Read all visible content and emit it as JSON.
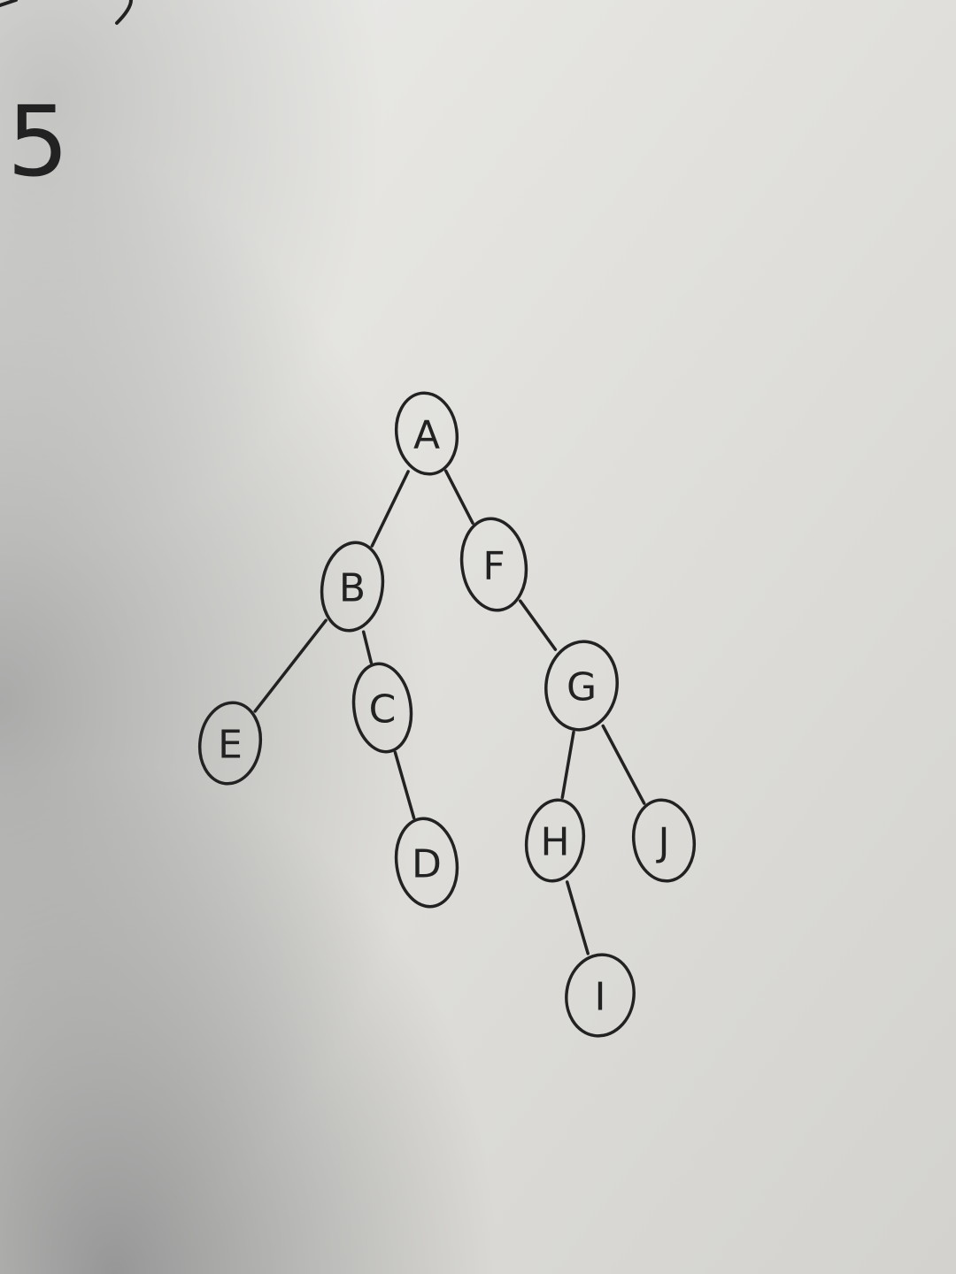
{
  "page": {
    "number_fragment": "5"
  },
  "diagram": {
    "type": "binary-tree",
    "nodes": [
      {
        "id": "A",
        "label": "A"
      },
      {
        "id": "B",
        "label": "B"
      },
      {
        "id": "F",
        "label": "F"
      },
      {
        "id": "E",
        "label": "E"
      },
      {
        "id": "C",
        "label": "C"
      },
      {
        "id": "G",
        "label": "G"
      },
      {
        "id": "D",
        "label": "D"
      },
      {
        "id": "H",
        "label": "H"
      },
      {
        "id": "J",
        "label": "J"
      },
      {
        "id": "I",
        "label": "I"
      }
    ],
    "edges": [
      {
        "from": "A",
        "to": "B"
      },
      {
        "from": "A",
        "to": "F"
      },
      {
        "from": "B",
        "to": "E"
      },
      {
        "from": "B",
        "to": "C"
      },
      {
        "from": "C",
        "to": "D"
      },
      {
        "from": "F",
        "to": "G"
      },
      {
        "from": "G",
        "to": "H"
      },
      {
        "from": "G",
        "to": "J"
      },
      {
        "from": "H",
        "to": "I"
      }
    ]
  },
  "colors": {
    "ink": "#222222",
    "paper_light": "#e6e5e1",
    "paper_mid": "#d5d4d0",
    "shadow": "#a9aaa8"
  }
}
